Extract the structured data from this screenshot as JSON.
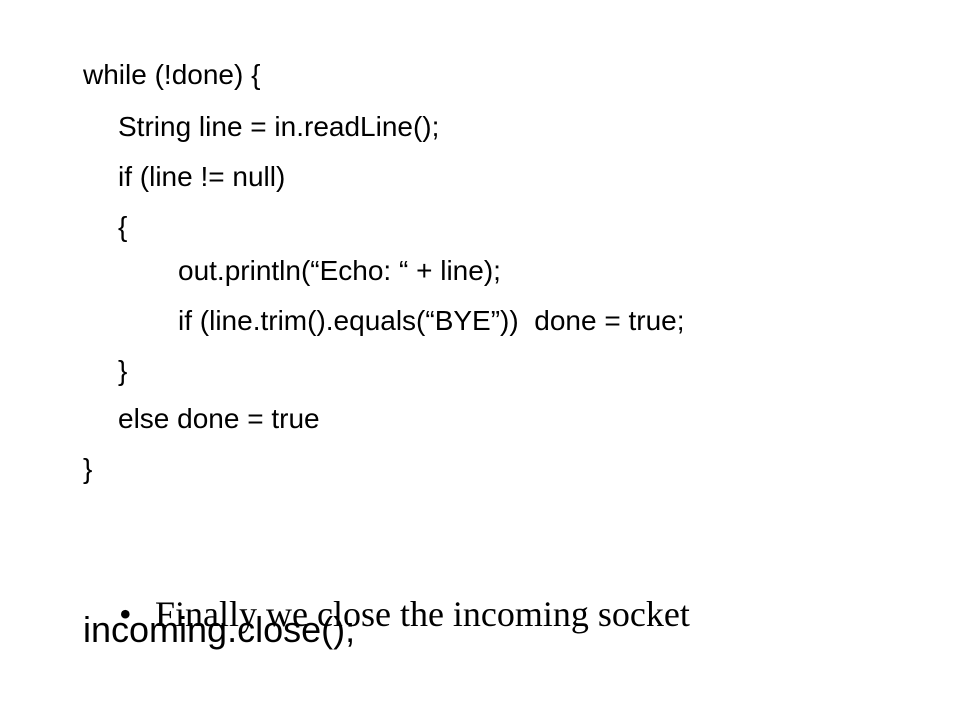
{
  "code": {
    "lines": [
      "while (!done) {",
      "String line = in.readLine();",
      "if (line != null)",
      "{",
      "out.println(“Echo: “ + line);",
      "if (line.trim().equals(“BYE”))  done = true;",
      "}",
      "else done = true",
      "}"
    ]
  },
  "bullet": {
    "marker": "•",
    "text": "Finally we close the incoming socket"
  },
  "final_code": "incoming.close();"
}
